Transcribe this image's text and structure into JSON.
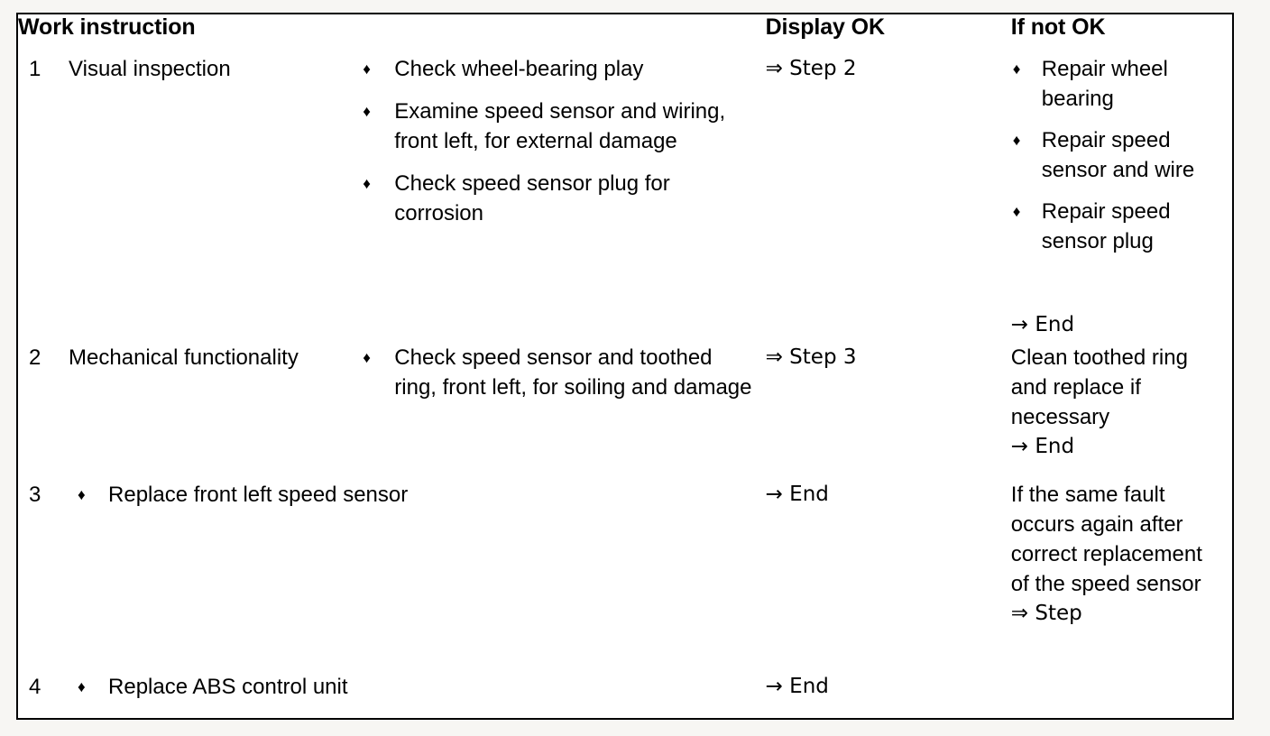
{
  "table": {
    "headers": {
      "work_instruction": "Work instruction",
      "display_ok": "Display OK",
      "if_not_ok": "If not OK"
    },
    "bullet_glyph": "♦",
    "arrow_step": "⇒",
    "arrow_end": "→",
    "rows": [
      {
        "number": "1",
        "title": "Visual inspection",
        "actions": [
          "Check wheel-bearing play",
          "Examine speed sensor and wiring, front left, for external damage",
          "Check speed sensor plug for corrosion"
        ],
        "display_ok": "⇒ Step 2",
        "if_not_ok_items": [
          "Repair wheel bearing",
          "Repair speed sensor and wire",
          "Repair speed sensor plug"
        ],
        "if_not_ok_end": "→ End"
      },
      {
        "number": "2",
        "title": "Mechanical functionality",
        "actions": [
          "Check speed sensor and toothed ring, front left, for soiling and damage"
        ],
        "display_ok": "⇒ Step 3",
        "if_not_ok_text": "Clean toothed ring and replace if necessary",
        "if_not_ok_end": "→ End"
      },
      {
        "number": "3",
        "actions": [
          "Replace front left speed sensor"
        ],
        "display_ok": "→ End",
        "if_not_ok_text": "If the same fault occurs again after correct replacement of the speed sensor",
        "if_not_ok_end": "⇒ Step"
      },
      {
        "number": "4",
        "actions": [
          "Replace ABS control unit"
        ],
        "display_ok": "→ End",
        "if_not_ok_text": ""
      }
    ]
  },
  "colors": {
    "page_background": "#f7f6f3",
    "table_background": "#ffffff",
    "rule": "#000000",
    "text": "#000000"
  }
}
